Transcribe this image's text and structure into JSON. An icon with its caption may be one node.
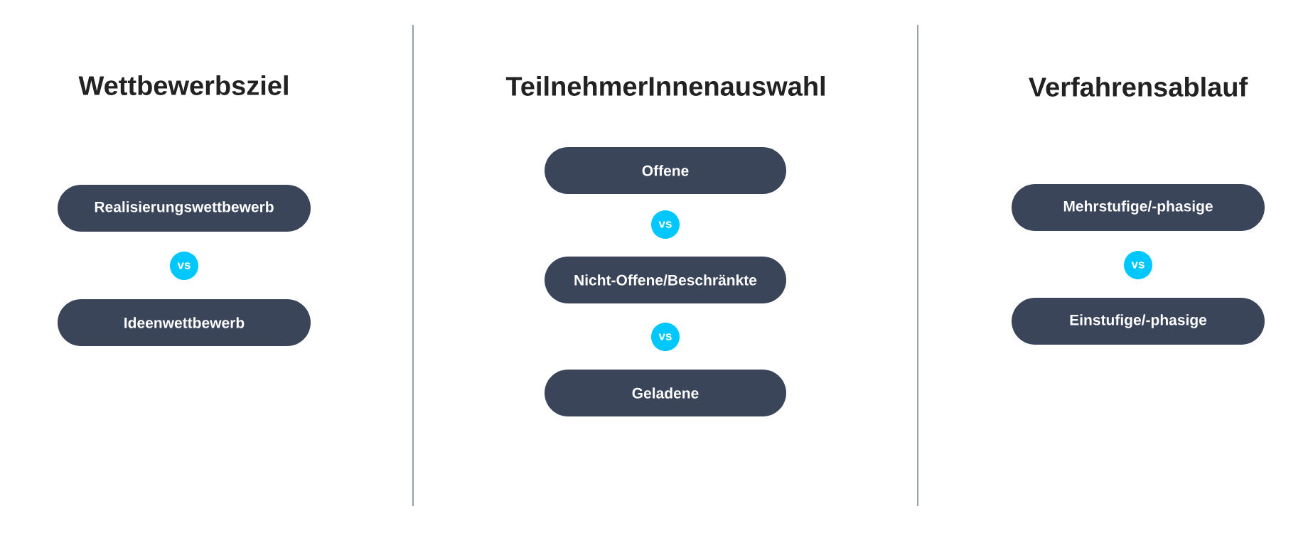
{
  "diagram": {
    "nodes": [
      {
        "text": [
          "Realisierungswettbewerb"
        ]
      },
      {
        "text": [
          "vs"
        ]
      },
      {
        "text": [
          "Ideenwettbewerb"
        ]
      },
      {
        "text": [
          "Offene"
        ]
      },
      {
        "text": [
          "vs"
        ]
      },
      {
        "text": [
          "Nicht-Offene/Beschränkte"
        ]
      },
      {
        "text": [
          "vs"
        ]
      },
      {
        "text": [
          "Geladene"
        ]
      },
      {
        "text": [
          "Mehrstufige/-phasige"
        ]
      },
      {
        "text": [
          "vs"
        ]
      },
      {
        "text": [
          "Einstufige/-phasige"
        ]
      }
    ],
    "labels": [
      "Wettbewerbsziel",
      "TeilnehmerInnenauswahl",
      "Verfahrensablauf"
    ]
  }
}
